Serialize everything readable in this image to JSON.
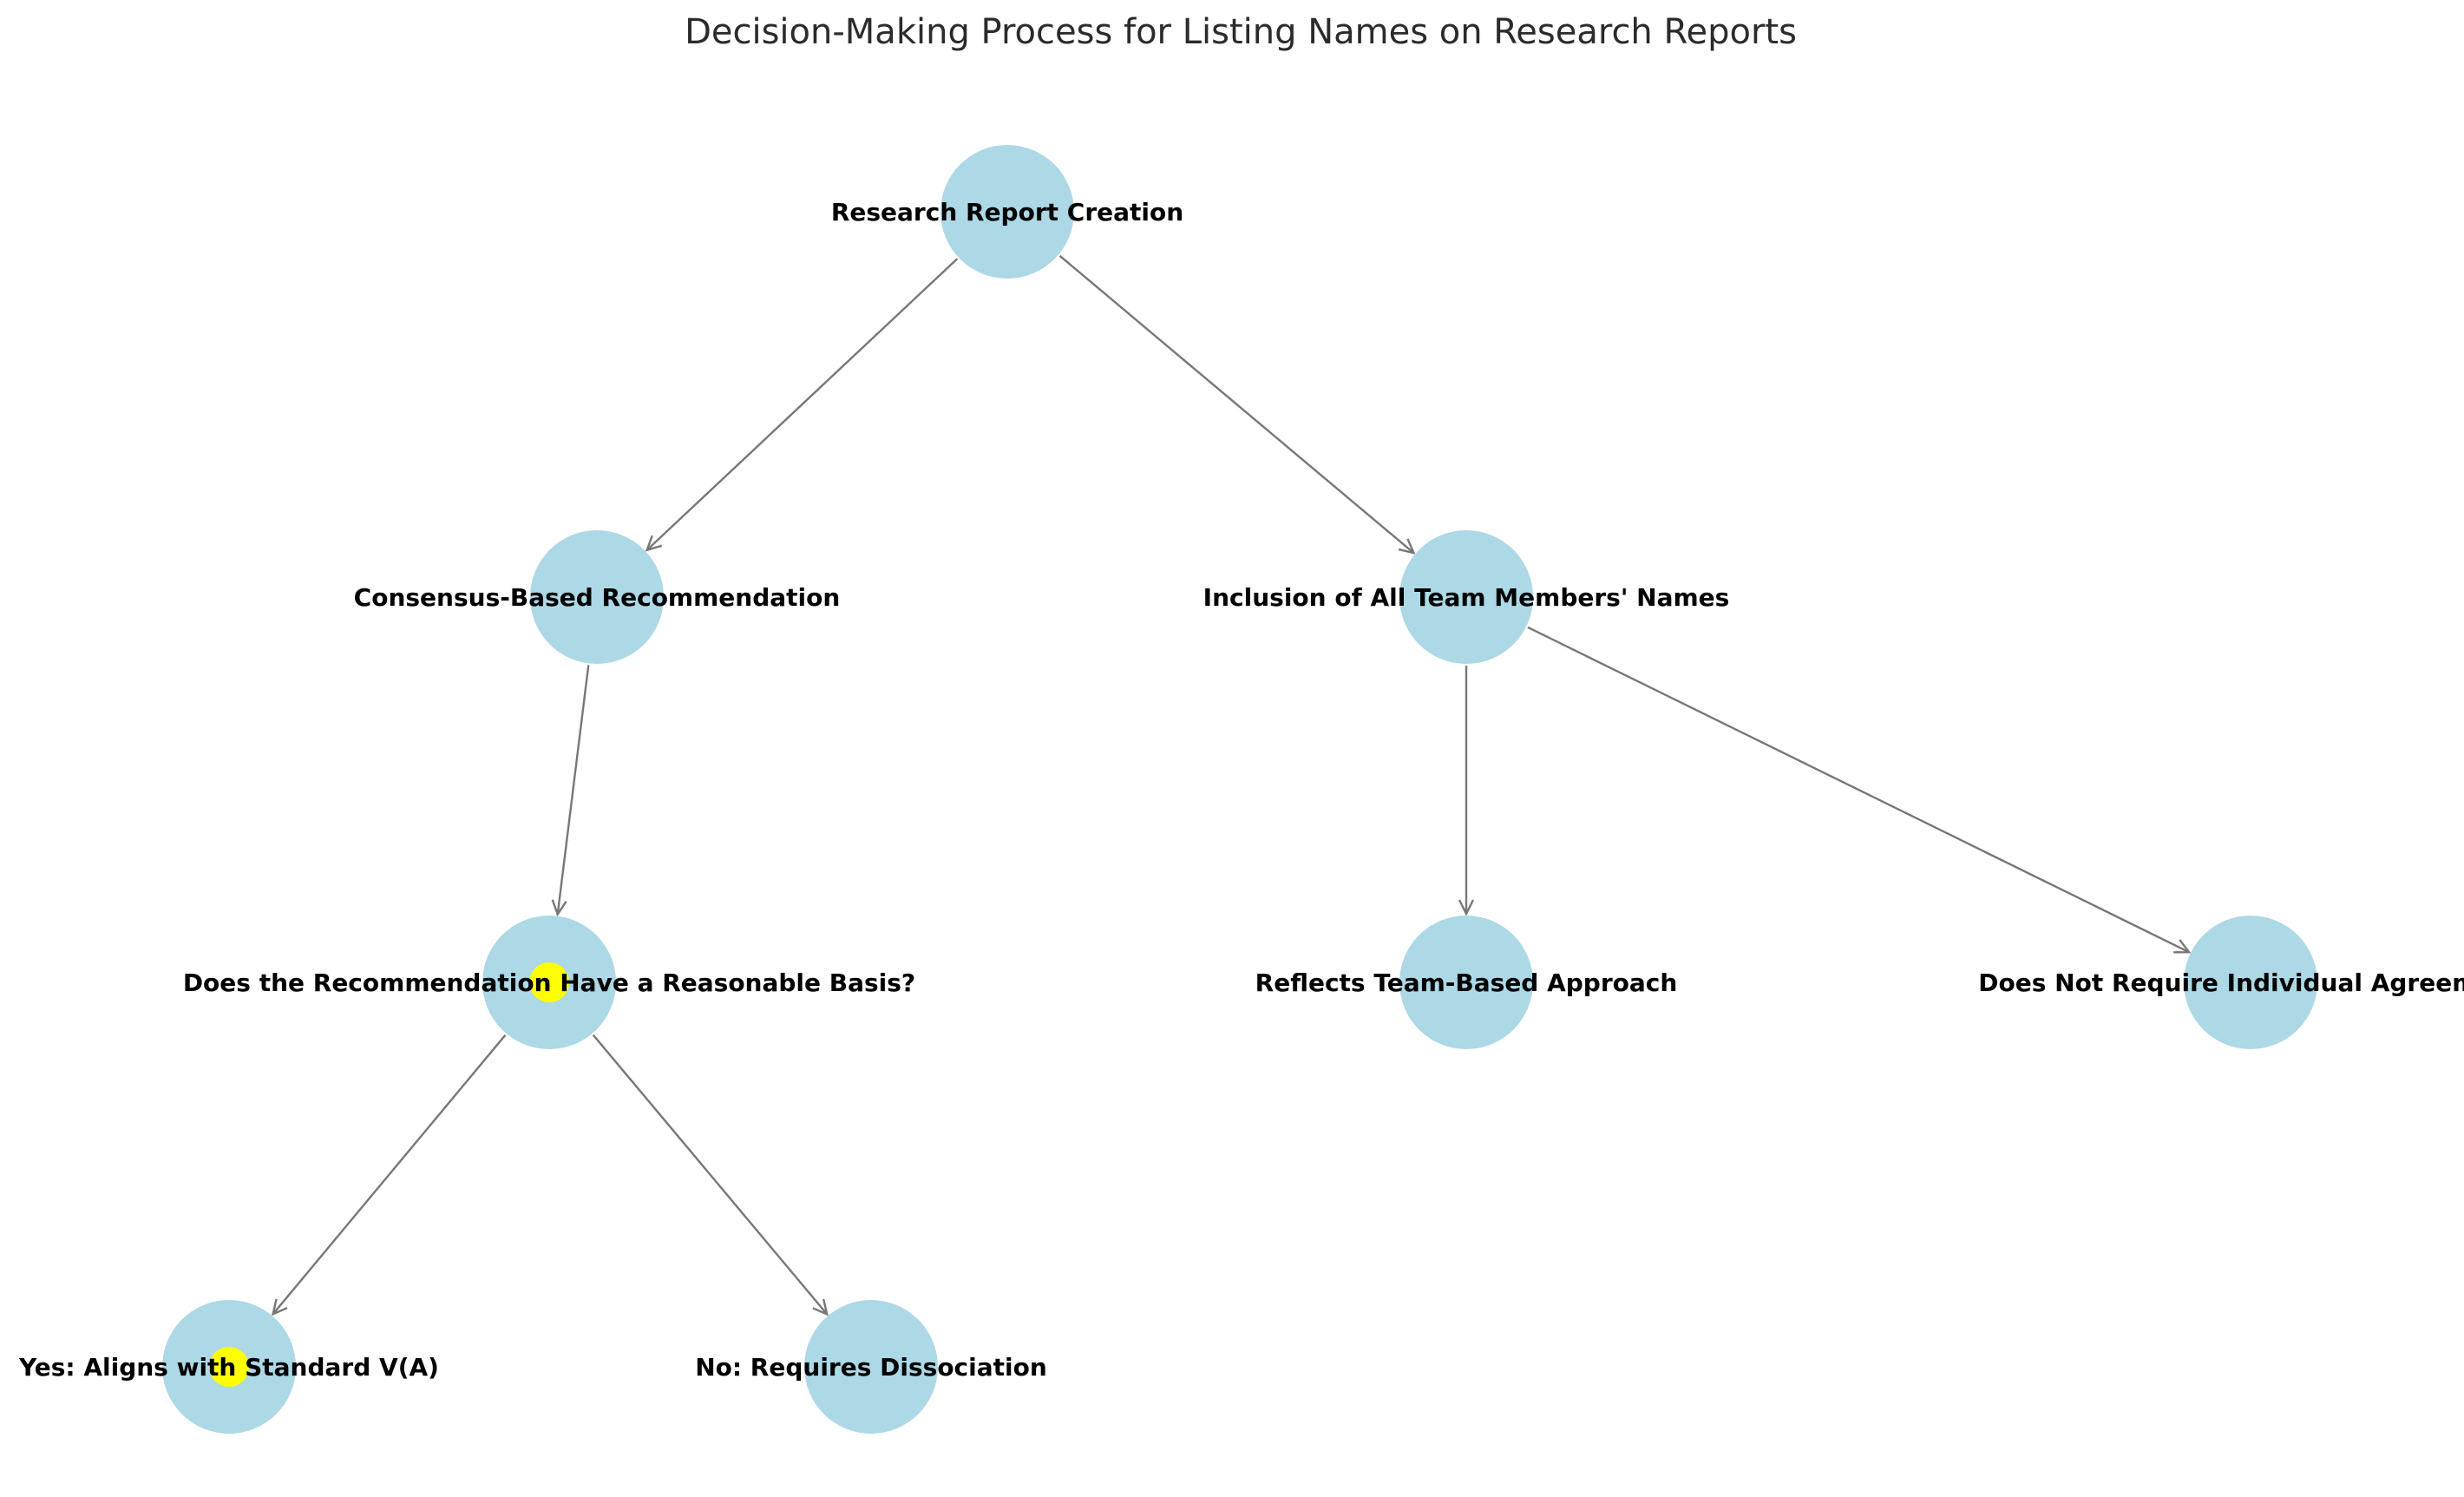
{
  "title": "Decision-Making Process for Listing Names on Research Reports",
  "colors": {
    "node_fill": "#add8e6",
    "highlight_fill": "#ffff00",
    "edge": "#777777",
    "label": "#000000",
    "title": "#2b2b2b"
  },
  "nodes": [
    {
      "id": "root",
      "label": "Research Report Creation",
      "highlight": false
    },
    {
      "id": "consensus",
      "label": "Consensus-Based Recommendation",
      "highlight": false
    },
    {
      "id": "inclusion",
      "label": "Inclusion of All Team Members' Names",
      "highlight": false
    },
    {
      "id": "basis",
      "label": "Does the Recommendation Have a Reasonable Basis?",
      "highlight": true
    },
    {
      "id": "team",
      "label": "Reflects Team-Based Approach",
      "highlight": false
    },
    {
      "id": "agreement",
      "label": "Does Not Require Individual Agreement",
      "highlight": false
    },
    {
      "id": "yes",
      "label": "Yes: Aligns with Standard V(A)",
      "highlight": true
    },
    {
      "id": "no",
      "label": "No: Requires Dissociation",
      "highlight": false
    }
  ],
  "edges": [
    {
      "from": "root",
      "to": "consensus"
    },
    {
      "from": "root",
      "to": "inclusion"
    },
    {
      "from": "consensus",
      "to": "basis"
    },
    {
      "from": "inclusion",
      "to": "team"
    },
    {
      "from": "inclusion",
      "to": "agreement"
    },
    {
      "from": "basis",
      "to": "yes"
    },
    {
      "from": "basis",
      "to": "no"
    }
  ]
}
